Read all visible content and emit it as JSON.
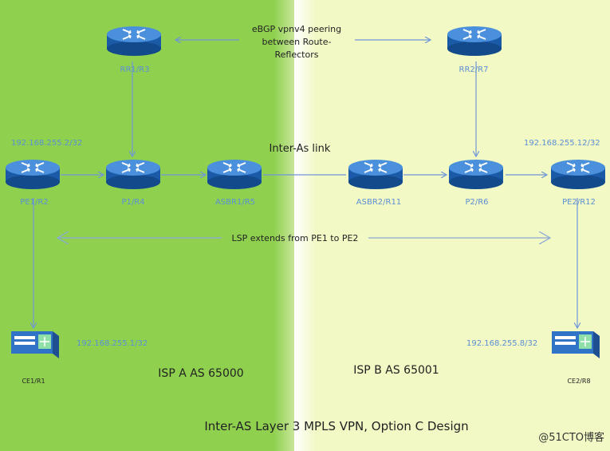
{
  "diagram": {
    "title": "Inter-AS Layer 3 MPLS VPN, Option C Design",
    "regions": {
      "isp_a": "ISP A AS 65000",
      "isp_b": "ISP B AS 65001"
    },
    "annotations": {
      "ebgp_line1": "eBGP vpnv4 peering",
      "ebgp_line2": "between Route-",
      "ebgp_line3": "Reflectors",
      "inter_as_link": "Inter-As link",
      "lsp": "LSP extends from PE1 to PE2"
    },
    "ips": {
      "pe1": "192.168.255.2/32",
      "pe2": "192.168.255.12/32",
      "ce1": "192.168.255.1/32",
      "ce2": "192.168.255.8/32"
    },
    "nodes": {
      "rr1": "RR1/R3",
      "rr2": "RR2/R7",
      "pe1": "PE1/R2",
      "p1": "P1/R4",
      "asbr1": "ASBR1/R5",
      "asbr2": "ASBR2/R11",
      "p2": "P2/R6",
      "pe2": "PE2/R12",
      "ce1": "CE1/R1",
      "ce2": "CE2/R8"
    },
    "colors": {
      "isp_a_region": "#8fd14f",
      "isp_b_region": "#f2f9c4",
      "router": "#1f66b6",
      "link": "#6f96d8"
    },
    "watermark": "@51CTO博客"
  }
}
